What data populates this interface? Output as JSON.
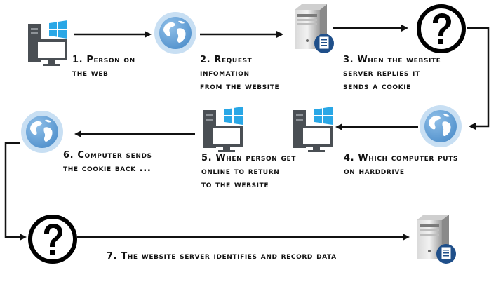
{
  "diagram": {
    "steps": [
      {
        "number": "1.",
        "lines": [
          "Person on",
          "the web"
        ]
      },
      {
        "number": "2.",
        "lines": [
          "Request",
          "infomation",
          "from the website"
        ]
      },
      {
        "number": "3.",
        "lines": [
          "When the website",
          "server replies it",
          "sends a cookie"
        ]
      },
      {
        "number": "4.",
        "lines": [
          "Which computer puts",
          "on harddrive"
        ]
      },
      {
        "number": "5.",
        "lines": [
          "When person get",
          "online to return",
          "to the website"
        ]
      },
      {
        "number": "6.",
        "lines": [
          "Computer sends",
          "the cookie back ..."
        ]
      },
      {
        "number": "7.",
        "lines": [
          "The website server identifies and record data"
        ]
      }
    ],
    "icons": [
      "computer-icon",
      "globe-icon",
      "server-icon",
      "question-icon"
    ],
    "colors": {
      "globe": "#6ea6d8",
      "windows": "#29a7e6",
      "arrow": "#111111",
      "server": "#a8a8a8"
    }
  }
}
